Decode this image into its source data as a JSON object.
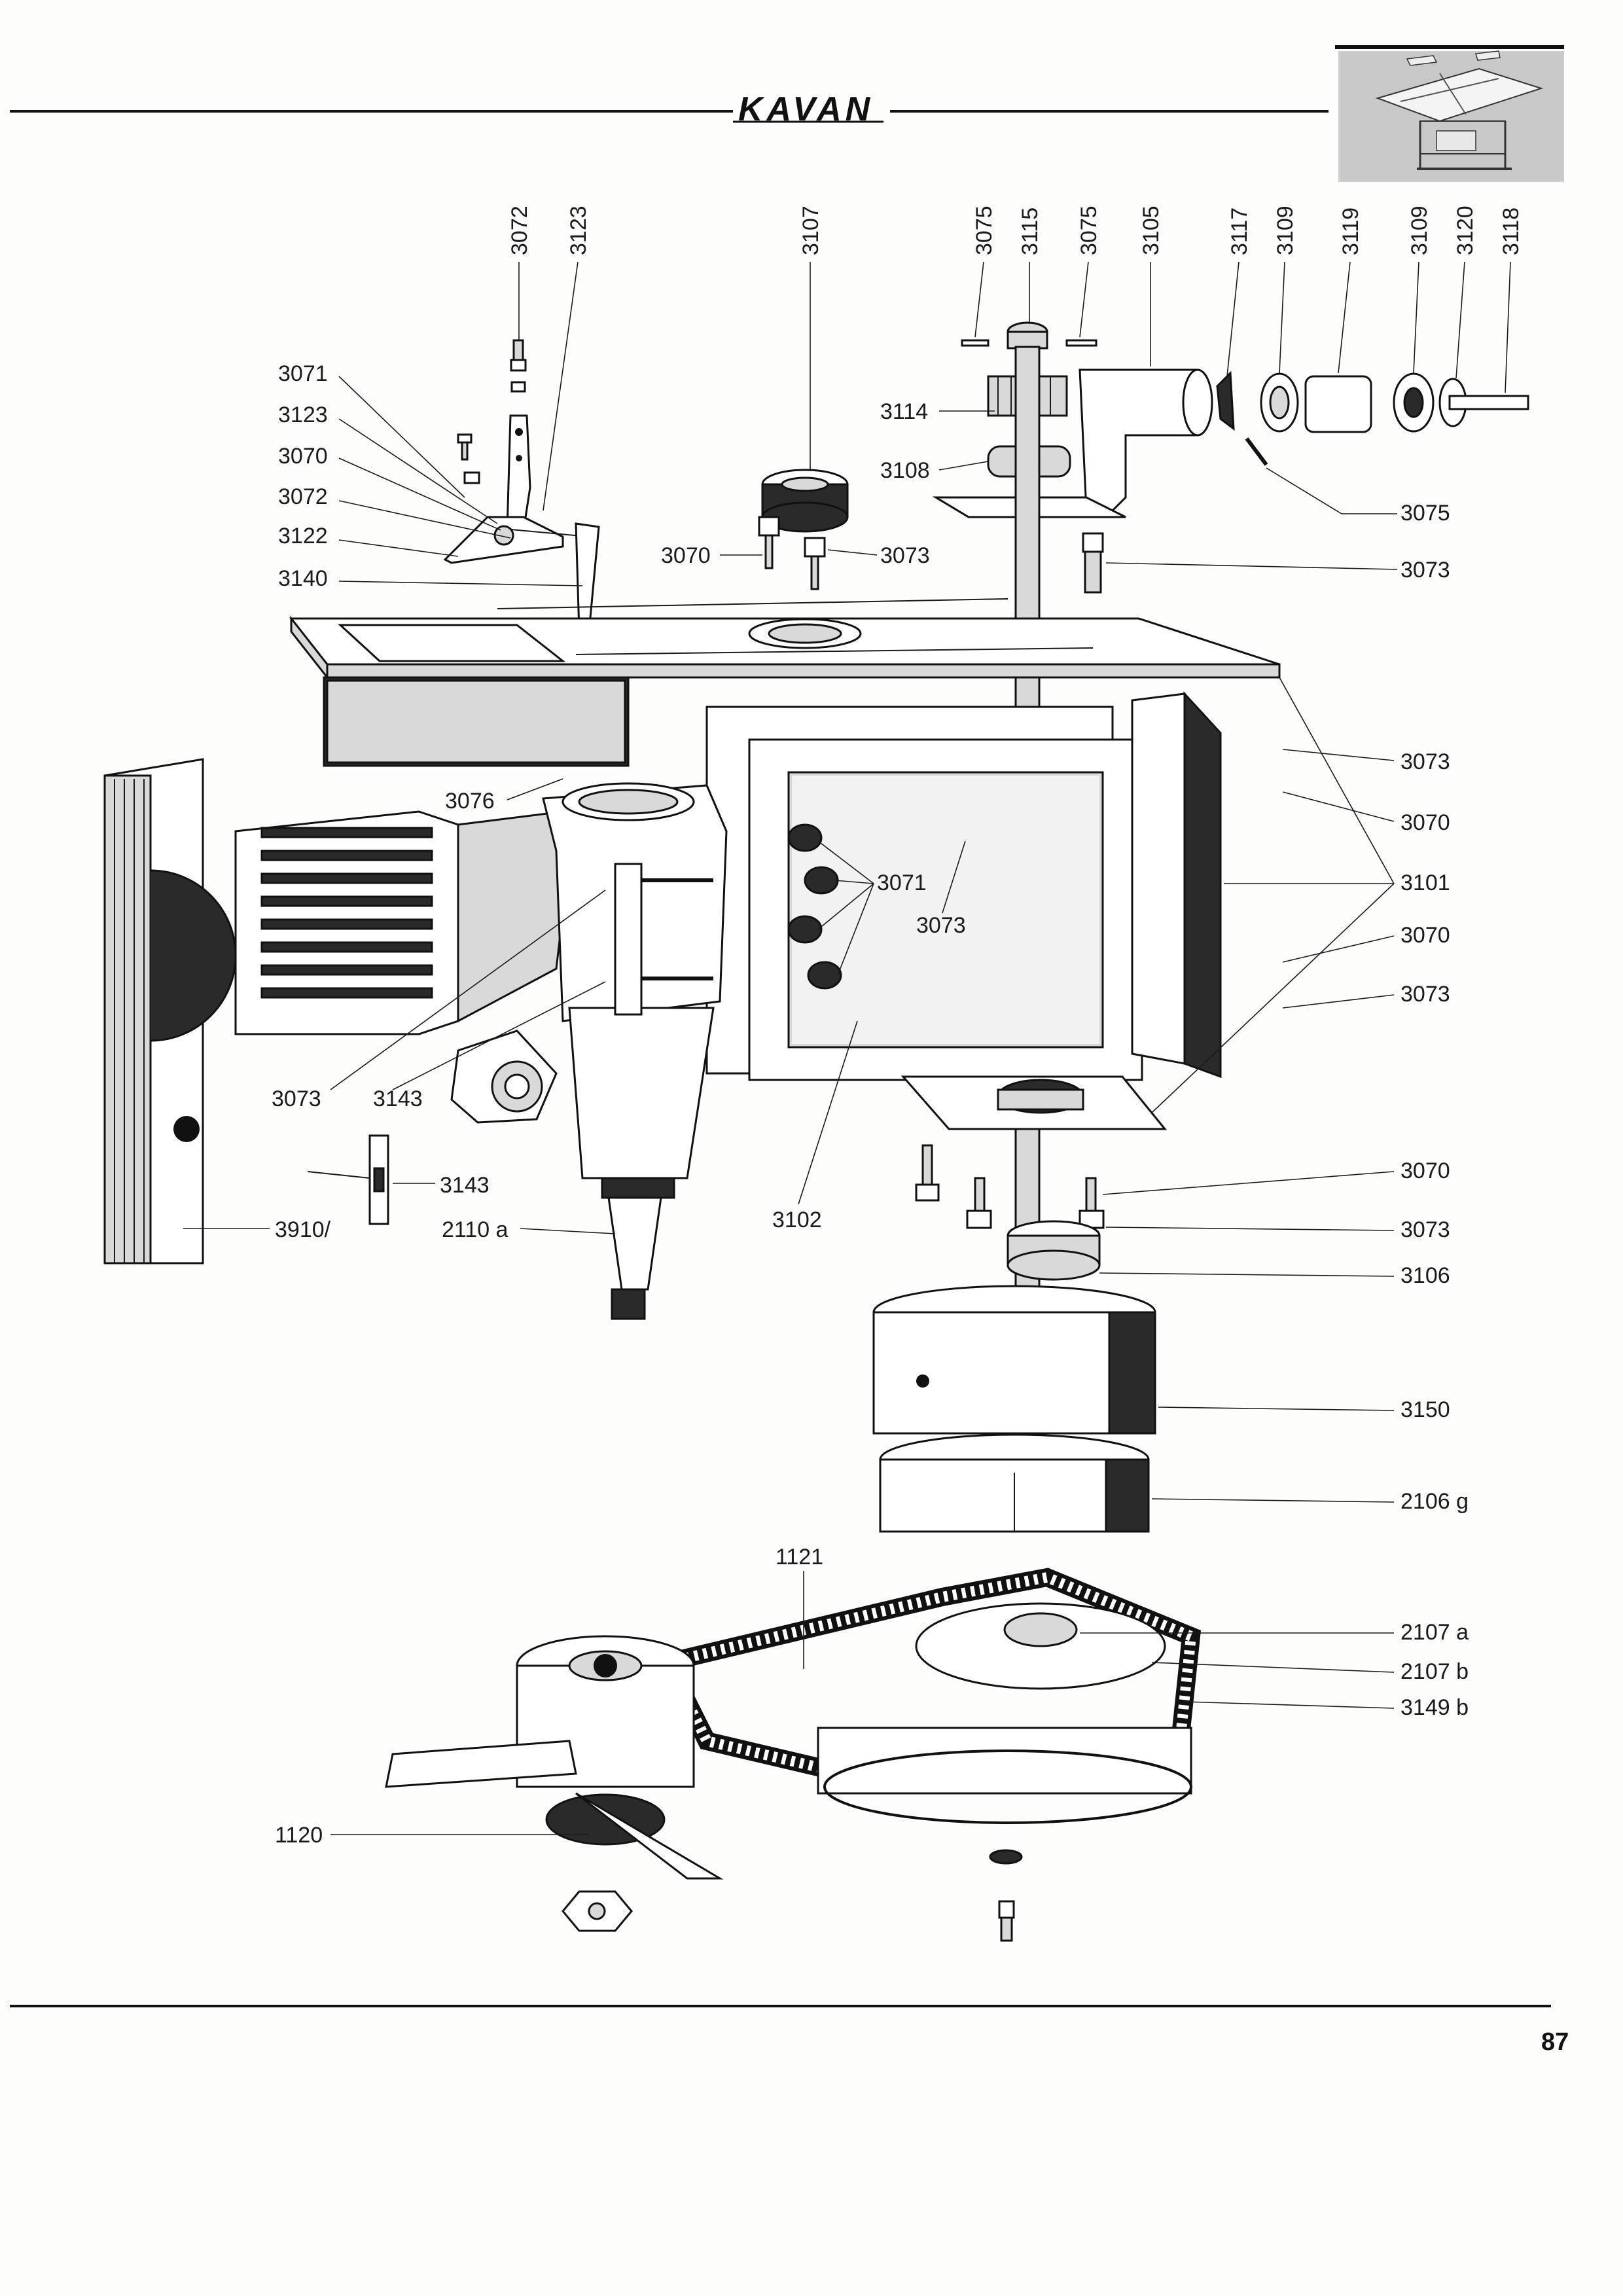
{
  "header": {
    "brand": "KAVAN"
  },
  "footer": {
    "page_number": "87"
  },
  "callouts": {
    "c3072_top": "3072",
    "c3123_top": "3123",
    "c3107_top": "3107",
    "c3075_a": "3075",
    "c3115": "3115",
    "c3075_b": "3075",
    "c3105": "3105",
    "c3117": "3117",
    "c3109_a": "3109",
    "c3119": "3119",
    "c3109_b": "3109",
    "c3120": "3120",
    "c3118": "3118",
    "c3071_l": "3071",
    "c3123_l": "3123",
    "c3070_l": "3070",
    "c3072_l": "3072",
    "c3122": "3122",
    "c3140": "3140",
    "c3114": "3114",
    "c3108": "3108",
    "c3070_m": "3070",
    "c3073_m": "3073",
    "c3075_r": "3075",
    "c3073_r1": "3073",
    "c3076": "3076",
    "c3073_r2": "3073",
    "c3070_r2": "3070",
    "c3101": "3101",
    "c3070_r3": "3070",
    "c3073_r3": "3073",
    "c3071_c": "3071",
    "c3073_c": "3073",
    "c3073_bl": "3073",
    "c3143_a": "3143",
    "c3143_b": "3143",
    "c3910": "3910/",
    "c2110a": "2110 a",
    "c3102": "3102",
    "c3070_r4": "3070",
    "c3073_r4": "3073",
    "c3106": "3106",
    "c3150": "3150",
    "c2106g": "2106 g",
    "c1121": "1121",
    "c2107a": "2107 a",
    "c2107b": "2107 b",
    "c3149b": "3149 b",
    "c1120": "1120"
  }
}
